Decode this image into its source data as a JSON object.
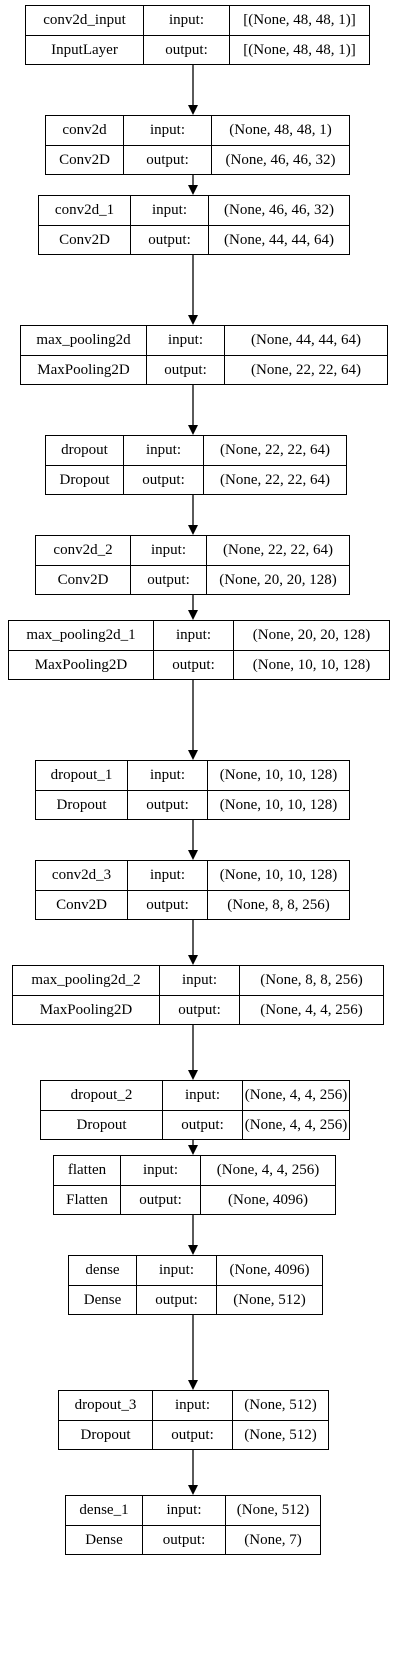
{
  "layers": [
    {
      "name": "conv2d_input",
      "type": "InputLayer",
      "input_label": "input:",
      "output_label": "output:",
      "input_shape": "[(None, 48, 48, 1)]",
      "output_shape": "[(None, 48, 48, 1)]"
    },
    {
      "name": "conv2d",
      "type": "Conv2D",
      "input_label": "input:",
      "output_label": "output:",
      "input_shape": "(None, 48, 48, 1)",
      "output_shape": "(None, 46, 46, 32)"
    },
    {
      "name": "conv2d_1",
      "type": "Conv2D",
      "input_label": "input:",
      "output_label": "output:",
      "input_shape": "(None, 46, 46, 32)",
      "output_shape": "(None, 44, 44, 64)"
    },
    {
      "name": "max_pooling2d",
      "type": "MaxPooling2D",
      "input_label": "input:",
      "output_label": "output:",
      "input_shape": "(None, 44, 44, 64)",
      "output_shape": "(None, 22, 22, 64)"
    },
    {
      "name": "dropout",
      "type": "Dropout",
      "input_label": "input:",
      "output_label": "output:",
      "input_shape": "(None, 22, 22, 64)",
      "output_shape": "(None, 22, 22, 64)"
    },
    {
      "name": "conv2d_2",
      "type": "Conv2D",
      "input_label": "input:",
      "output_label": "output:",
      "input_shape": "(None, 22, 22, 64)",
      "output_shape": "(None, 20, 20, 128)"
    },
    {
      "name": "max_pooling2d_1",
      "type": "MaxPooling2D",
      "input_label": "input:",
      "output_label": "output:",
      "input_shape": "(None, 20, 20, 128)",
      "output_shape": "(None, 10, 10, 128)"
    },
    {
      "name": "dropout_1",
      "type": "Dropout",
      "input_label": "input:",
      "output_label": "output:",
      "input_shape": "(None, 10, 10, 128)",
      "output_shape": "(None, 10, 10, 128)"
    },
    {
      "name": "conv2d_3",
      "type": "Conv2D",
      "input_label": "input:",
      "output_label": "output:",
      "input_shape": "(None, 10, 10, 128)",
      "output_shape": "(None, 8, 8, 256)"
    },
    {
      "name": "max_pooling2d_2",
      "type": "MaxPooling2D",
      "input_label": "input:",
      "output_label": "output:",
      "input_shape": "(None, 8, 8, 256)",
      "output_shape": "(None, 4, 4, 256)"
    },
    {
      "name": "dropout_2",
      "type": "Dropout",
      "input_label": "input:",
      "output_label": "output:",
      "input_shape": "(None, 4, 4, 256)",
      "output_shape": "(None, 4, 4, 256)"
    },
    {
      "name": "flatten",
      "type": "Flatten",
      "input_label": "input:",
      "output_label": "output:",
      "input_shape": "(None, 4, 4, 256)",
      "output_shape": "(None, 4096)"
    },
    {
      "name": "dense",
      "type": "Dense",
      "input_label": "input:",
      "output_label": "output:",
      "input_shape": "(None, 4096)",
      "output_shape": "(None, 512)"
    },
    {
      "name": "dropout_3",
      "type": "Dropout",
      "input_label": "input:",
      "output_label": "output:",
      "input_shape": "(None, 512)",
      "output_shape": "(None, 512)"
    },
    {
      "name": "dense_1",
      "type": "Dense",
      "input_label": "input:",
      "output_label": "output:",
      "input_shape": "(None, 512)",
      "output_shape": "(None, 7)"
    }
  ]
}
